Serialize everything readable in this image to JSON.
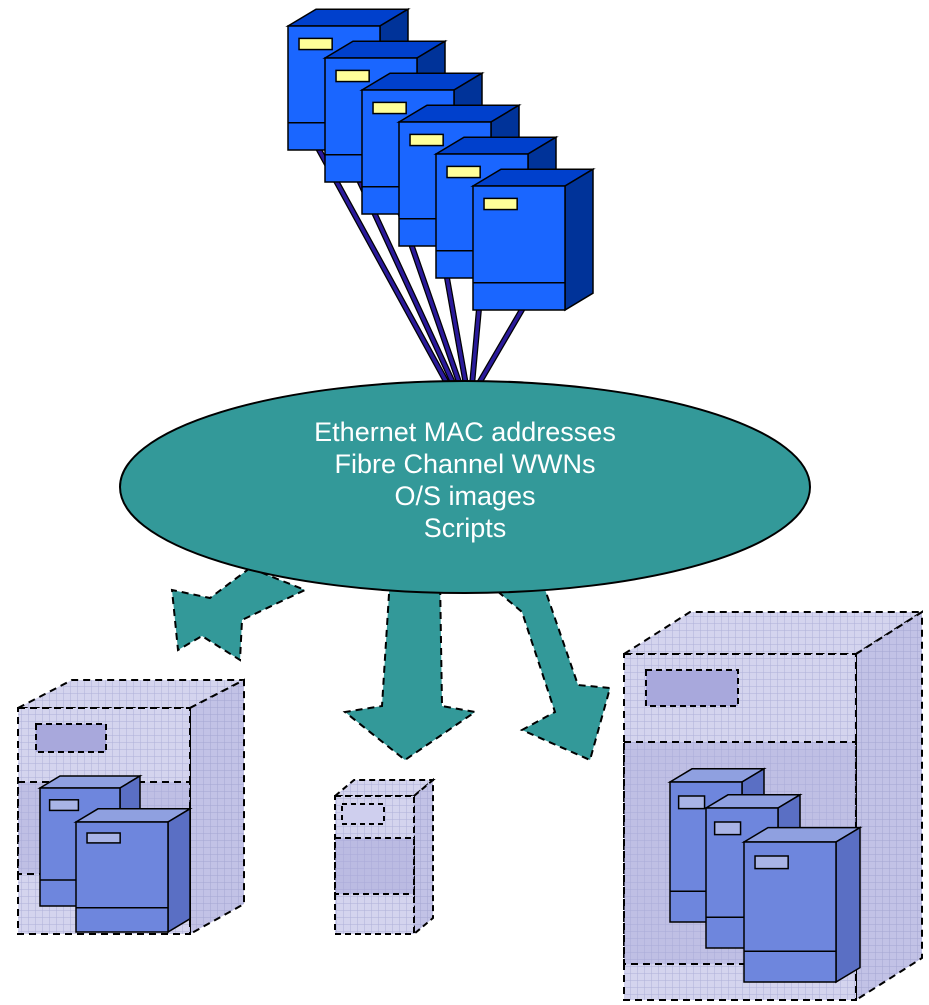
{
  "ellipse": {
    "lines": [
      "Ethernet MAC addresses",
      "Fibre Channel WWNs",
      "O/S images",
      "Scripts"
    ],
    "fill_color": "#339999"
  },
  "colors": {
    "server_front": "#1a66ff",
    "server_side": "#003399",
    "server_top": "#0040cc",
    "server_label": "#ffff99",
    "cable_color": "#2a1a9a",
    "arrow_color": "#339999",
    "virtual_fill": "#d0d0ee",
    "virtual_grid": "#b8b8dd",
    "virtual_server_front": "#6e86dd",
    "virtual_server_side": "#5a6fc4"
  },
  "physical_servers": {
    "count": 6,
    "icon": "server-tower-icon"
  },
  "virtual_hosts": [
    {
      "name": "host-left",
      "hosted_servers": 2
    },
    {
      "name": "host-middle",
      "hosted_servers": 0
    },
    {
      "name": "host-right",
      "hosted_servers": 3
    }
  ]
}
